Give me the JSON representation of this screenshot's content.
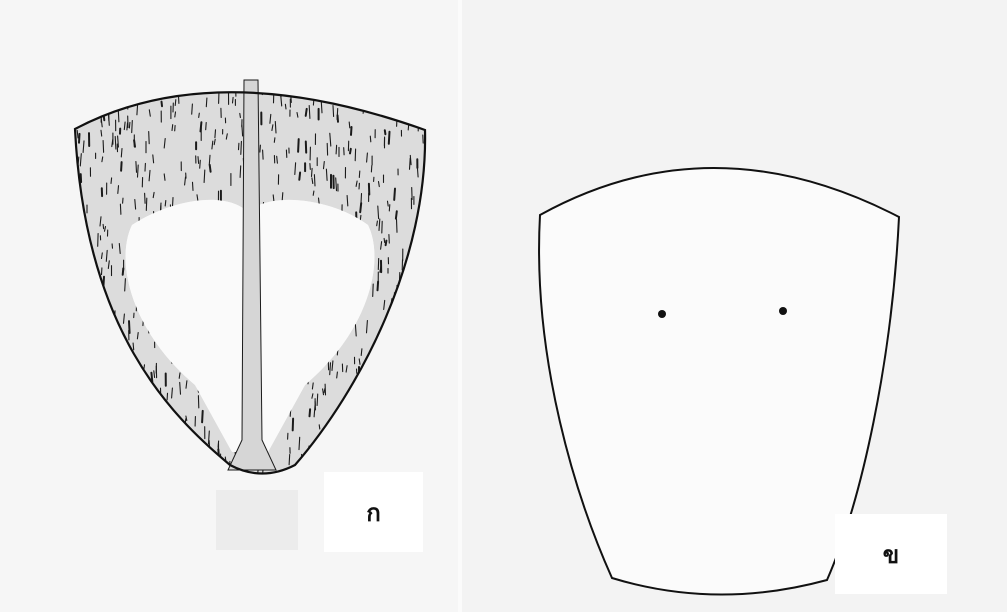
{
  "figures": [
    {
      "id": "a",
      "label": "ก"
    },
    {
      "id": "b",
      "label": "ข"
    }
  ],
  "colors": {
    "outline": "#111111",
    "shading": "#1b1b1b",
    "paper": "#f6f6f6",
    "label_background": "#ffffff"
  },
  "icons": [
    "shaded-pelvis-shape",
    "outlined-plain-shape",
    "marking-dot"
  ]
}
